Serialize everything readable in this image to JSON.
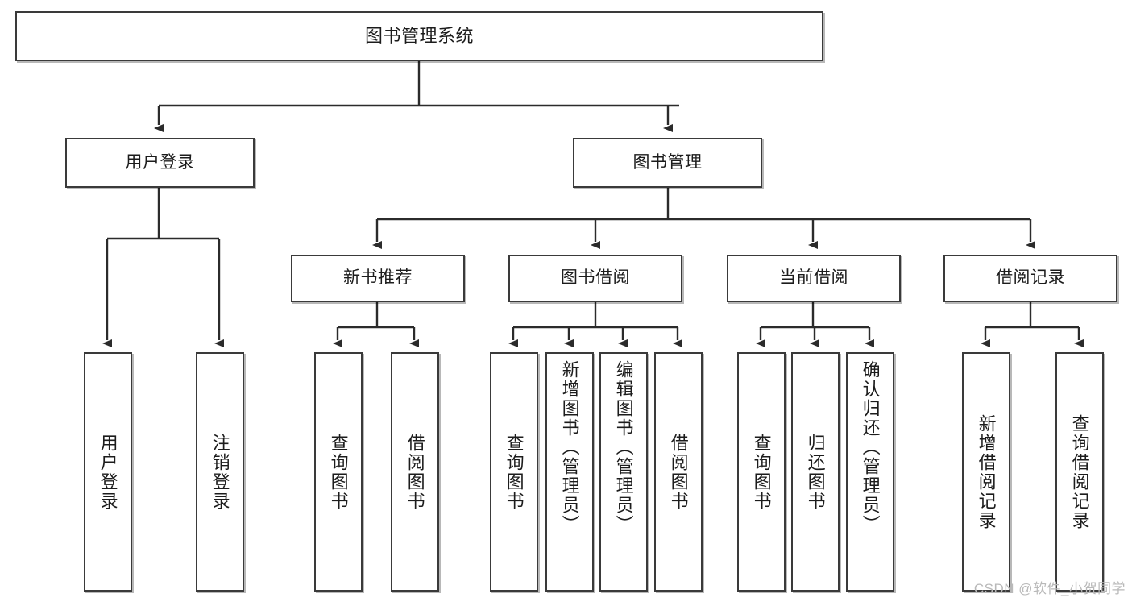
{
  "diagram": {
    "title": "图书管理系统",
    "type": "tree",
    "watermark": "CSDN @软件_小贺同学",
    "style": {
      "box_border_color": "#3a3a3a",
      "box_fill_color": "#ffffff",
      "edge_color": "#2b2b2b",
      "text_color": "#1c1c1c",
      "watermark_color": "#b9b9b9",
      "background": "#ffffff"
    },
    "levels": {
      "level0": [
        "图书管理系统"
      ],
      "level1": [
        "用户登录",
        "图书管理"
      ],
      "level2": [
        "新书推荐",
        "图书借阅",
        "当前借阅",
        "借阅记录"
      ],
      "level3": [
        "用户登录",
        "注销登录",
        "查询图书",
        "借阅图书",
        "查询图书",
        "新增图书（管理员）",
        "编辑图书（管理员）",
        "借阅图书",
        "查询图书",
        "归还图书",
        "确认归还（管理员）",
        "新增借阅记录",
        "查询借阅记录"
      ]
    },
    "nodes": {
      "root": {
        "label": "图书管理系统"
      },
      "user_login": {
        "label": "用户登录"
      },
      "book_mgmt": {
        "label": "图书管理"
      },
      "new_book_rec": {
        "label": "新书推荐"
      },
      "book_borrow": {
        "label": "图书借阅"
      },
      "current_borrow": {
        "label": "当前借阅"
      },
      "borrow_record": {
        "label": "借阅记录"
      },
      "leaf_user_login": {
        "label": "用户登录"
      },
      "leaf_logout": {
        "label": "注销登录"
      },
      "leaf_query_book_1": {
        "label": "查询图书"
      },
      "leaf_borrow_book_1": {
        "label": "借阅图书"
      },
      "leaf_query_book_2": {
        "label": "查询图书"
      },
      "leaf_add_book_admin": {
        "label": "新增图书（管理员）"
      },
      "leaf_edit_book_admin": {
        "label": "编辑图书（管理员）"
      },
      "leaf_borrow_book_2": {
        "label": "借阅图书"
      },
      "leaf_query_book_3": {
        "label": "查询图书"
      },
      "leaf_return_book": {
        "label": "归还图书"
      },
      "leaf_confirm_return_admin": {
        "label": "确认归还（管理员）"
      },
      "leaf_add_record": {
        "label": "新增借阅记录"
      },
      "leaf_query_record": {
        "label": "查询借阅记录"
      }
    },
    "relations": [
      {
        "from": "图书管理系统",
        "to": "用户登录"
      },
      {
        "from": "图书管理系统",
        "to": "图书管理"
      },
      {
        "from": "用户登录",
        "to": "用户登录"
      },
      {
        "from": "用户登录",
        "to": "注销登录"
      },
      {
        "from": "图书管理",
        "to": "新书推荐"
      },
      {
        "from": "图书管理",
        "to": "图书借阅"
      },
      {
        "from": "图书管理",
        "to": "当前借阅"
      },
      {
        "from": "图书管理",
        "to": "借阅记录"
      },
      {
        "from": "新书推荐",
        "to": "查询图书"
      },
      {
        "from": "新书推荐",
        "to": "借阅图书"
      },
      {
        "from": "图书借阅",
        "to": "查询图书"
      },
      {
        "from": "图书借阅",
        "to": "新增图书（管理员）"
      },
      {
        "from": "图书借阅",
        "to": "编辑图书（管理员）"
      },
      {
        "from": "图书借阅",
        "to": "借阅图书"
      },
      {
        "from": "当前借阅",
        "to": "查询图书"
      },
      {
        "from": "当前借阅",
        "to": "归还图书"
      },
      {
        "from": "当前借阅",
        "to": "确认归还（管理员）"
      },
      {
        "from": "借阅记录",
        "to": "新增借阅记录"
      },
      {
        "from": "借阅记录",
        "to": "查询借阅记录"
      }
    ]
  }
}
